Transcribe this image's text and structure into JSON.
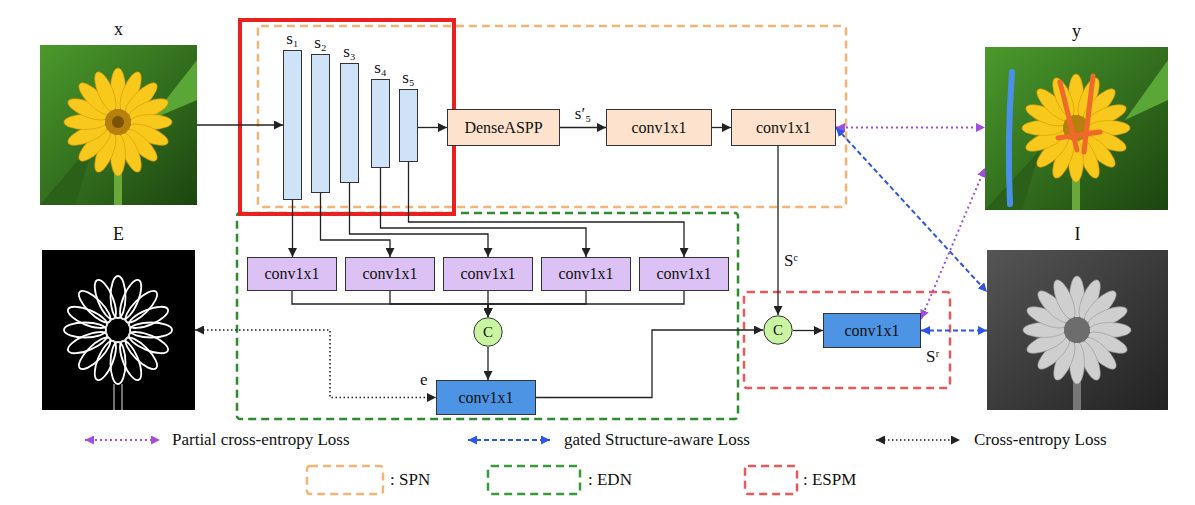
{
  "diagram": {
    "nodes": [
      {
        "text": [
          "x"
        ]
      },
      {
        "text": [
          "s₁"
        ]
      },
      {
        "text": [
          "s₂"
        ]
      },
      {
        "text": [
          "s₃"
        ]
      },
      {
        "text": [
          "s₄"
        ]
      },
      {
        "text": [
          "s₅"
        ]
      },
      {
        "text": [
          "DenseASPP"
        ]
      },
      {
        "text": [
          "conv1x1"
        ]
      },
      {
        "text": [
          "conv1x1"
        ]
      },
      {
        "text": [
          "y"
        ]
      },
      {
        "text": [
          "E"
        ]
      },
      {
        "text": [
          "conv1x1"
        ]
      },
      {
        "text": [
          "conv1x1"
        ]
      },
      {
        "text": [
          "conv1x1"
        ]
      },
      {
        "text": [
          "conv1x1"
        ]
      },
      {
        "text": [
          "conv1x1"
        ]
      },
      {
        "text": [
          "C"
        ]
      },
      {
        "text": [
          "conv1x1"
        ]
      },
      {
        "text": [
          "C"
        ]
      },
      {
        "text": [
          "conv1x1"
        ]
      },
      {
        "text": [
          "I"
        ]
      }
    ],
    "edges": [
      {
        "from": 0,
        "to": 1,
        "arrow": "to"
      },
      {
        "from": 5,
        "to": 6,
        "arrow": "to"
      },
      {
        "from": 6,
        "to": 7,
        "arrow": "to",
        "label": "s′₅"
      },
      {
        "from": 7,
        "to": 8,
        "arrow": "to"
      },
      {
        "from": 8,
        "to": 9,
        "arrow": "both"
      },
      {
        "from": 8,
        "to": 20,
        "arrow": "both"
      },
      {
        "from": 8,
        "to": 18,
        "arrow": "to",
        "label": "Sᶜ"
      },
      {
        "from": 1,
        "to": 11,
        "arrow": "to"
      },
      {
        "from": 2,
        "to": 12,
        "arrow": "to"
      },
      {
        "from": 3,
        "to": 13,
        "arrow": "to"
      },
      {
        "from": 4,
        "to": 14,
        "arrow": "to"
      },
      {
        "from": 5,
        "to": 15,
        "arrow": "to"
      },
      {
        "from": 11,
        "to": 16,
        "arrow": "to"
      },
      {
        "from": 12,
        "to": 16,
        "arrow": "to"
      },
      {
        "from": 13,
        "to": 16,
        "arrow": "to"
      },
      {
        "from": 14,
        "to": 16,
        "arrow": "to"
      },
      {
        "from": 15,
        "to": 16,
        "arrow": "to"
      },
      {
        "from": 16,
        "to": 17,
        "arrow": "to"
      },
      {
        "from": 17,
        "to": 18,
        "arrow": "to"
      },
      {
        "from": 10,
        "to": 17,
        "arrow": "both"
      },
      {
        "from": 18,
        "to": 19,
        "arrow": "to"
      },
      {
        "from": 19,
        "to": 9,
        "arrow": "both"
      },
      {
        "from": 19,
        "to": 20,
        "arrow": "both"
      }
    ],
    "labels": [
      "e",
      "Sʳ"
    ],
    "legend": [
      {
        "text": "Partial cross-entropy Loss"
      },
      {
        "text": "gated Structure-aware Loss"
      },
      {
        "text": "Cross-entropy Loss"
      },
      {
        "text": ": SPN"
      },
      {
        "text": ": EDN"
      },
      {
        "text": ": ESPM"
      }
    ]
  }
}
